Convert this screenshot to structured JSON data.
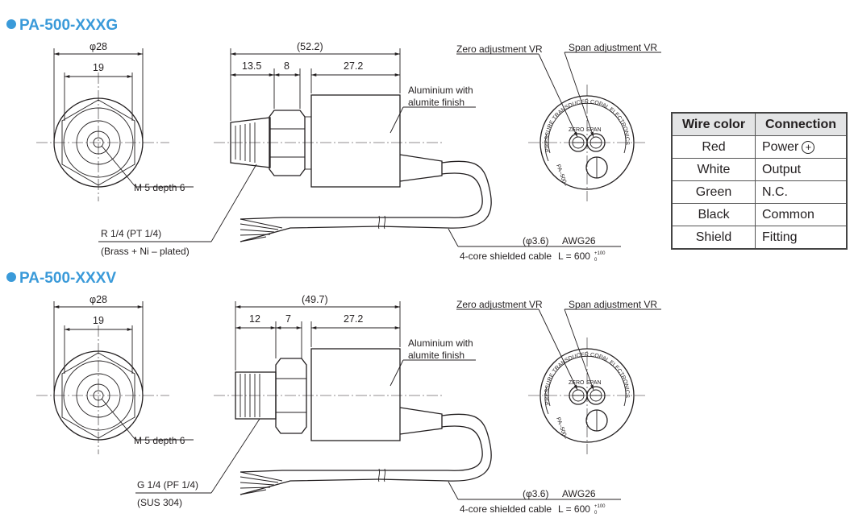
{
  "models": [
    {
      "id": "g",
      "title": "PA-500-XXXG",
      "front": {
        "dia": "φ28",
        "hex": "19",
        "thread": "M 5 depth 6"
      },
      "side": {
        "overall": "(52.2)",
        "d1": "13.5",
        "d2": "8",
        "d3": "27.2",
        "body_note_1": "Aluminium with",
        "body_note_2": "alumite finish",
        "port_1": "R 1/4 (PT 1/4)",
        "port_2": "(Brass + Ni – plated)"
      },
      "cable": {
        "spec_1": "(φ3.6)",
        "spec_2": "AWG26",
        "spec_3": "4-core shielded cable",
        "length": "L = 600",
        "tol_up": "+100",
        "tol_dn": "0"
      },
      "back": {
        "zero_vr": "Zero adjustment VR",
        "span_vr": "Span adjustment VR",
        "ring_text": "PRESSURE TRANSDUCER COPAL ELECTRONICS",
        "pa_text": "PA–500–",
        "zero": "ZERO",
        "span": "SPAN"
      }
    },
    {
      "id": "v",
      "title": "PA-500-XXXV",
      "front": {
        "dia": "φ28",
        "hex": "19",
        "thread": "M 5 depth 6"
      },
      "side": {
        "overall": "(49.7)",
        "d1": "12",
        "d2": "7",
        "d3": "27.2",
        "body_note_1": "Aluminium with",
        "body_note_2": "alumite finish",
        "port_1": "G 1/4 (PF 1/4)",
        "port_2": "(SUS 304)"
      },
      "cable": {
        "spec_1": "(φ3.6)",
        "spec_2": "AWG26",
        "spec_3": "4-core shielded cable",
        "length": "L = 600",
        "tol_up": "+100",
        "tol_dn": "0"
      },
      "back": {
        "zero_vr": "Zero adjustment VR",
        "span_vr": "Span adjustment VR",
        "ring_text": "PRESSURE TRANSDUCER COPAL ELECTRONICS",
        "pa_text": "PA–500–",
        "zero": "ZERO",
        "span": "SPAN"
      }
    }
  ],
  "wire_table": {
    "headers": [
      "Wire color",
      "Connection"
    ],
    "rows": [
      [
        "Red",
        "Power"
      ],
      [
        "White",
        "Output"
      ],
      [
        "Green",
        "N.C."
      ],
      [
        "Black",
        "Common"
      ],
      [
        "Shield",
        "Fitting"
      ]
    ],
    "power_symbol": "+"
  },
  "colors": {
    "title": "#3a9ad9",
    "bullet": "#3a9ad9",
    "header_bg": "#e3e4e5"
  }
}
